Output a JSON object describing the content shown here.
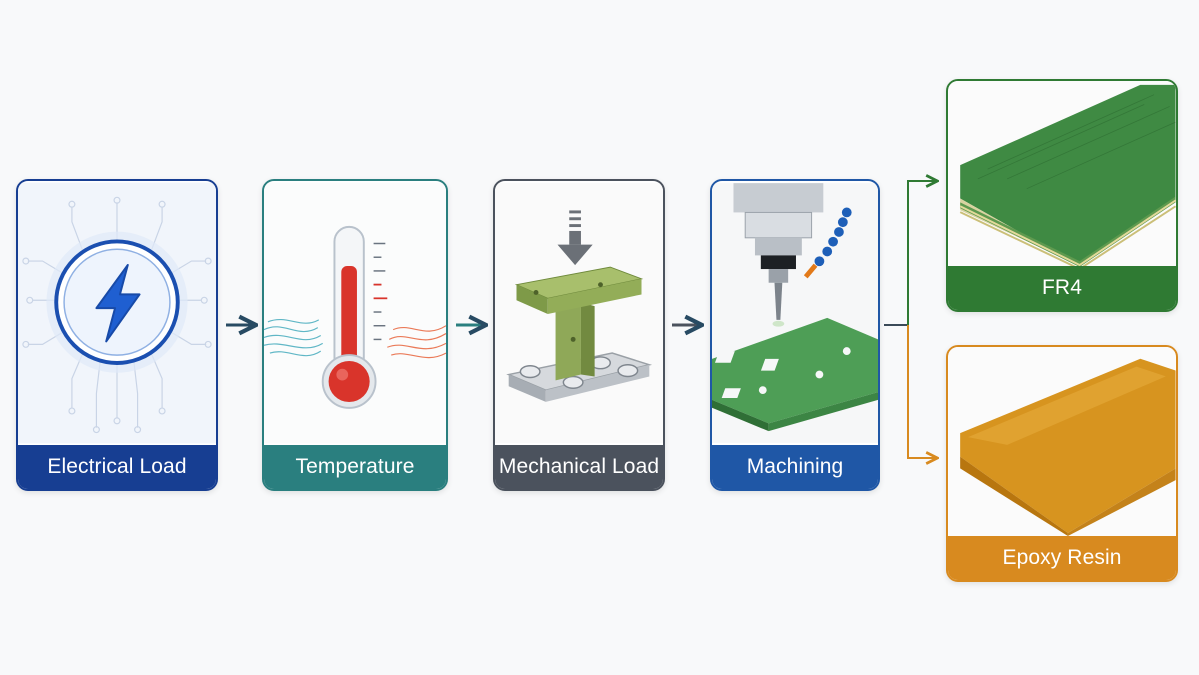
{
  "colors": {
    "electrical": "#173e92",
    "temperature": "#2a7f7f",
    "mechanical": "#4b525d",
    "machining": "#1f57a6",
    "fr4": "#2f7a33",
    "epoxy": "#d88a1f",
    "arrow": "#284b63"
  },
  "process_steps": [
    {
      "label": "Electrical Load",
      "icon": "lightning-bolt-icon"
    },
    {
      "label": "Temperature",
      "icon": "thermometer-icon"
    },
    {
      "label": "Mechanical Load",
      "icon": "compression-fixture-icon"
    },
    {
      "label": "Machining",
      "icon": "cnc-drill-icon"
    }
  ],
  "materials": [
    {
      "label": "FR4",
      "icon": "green-laminate-sheet"
    },
    {
      "label": "Epoxy Resin",
      "icon": "amber-resin-slab"
    }
  ]
}
